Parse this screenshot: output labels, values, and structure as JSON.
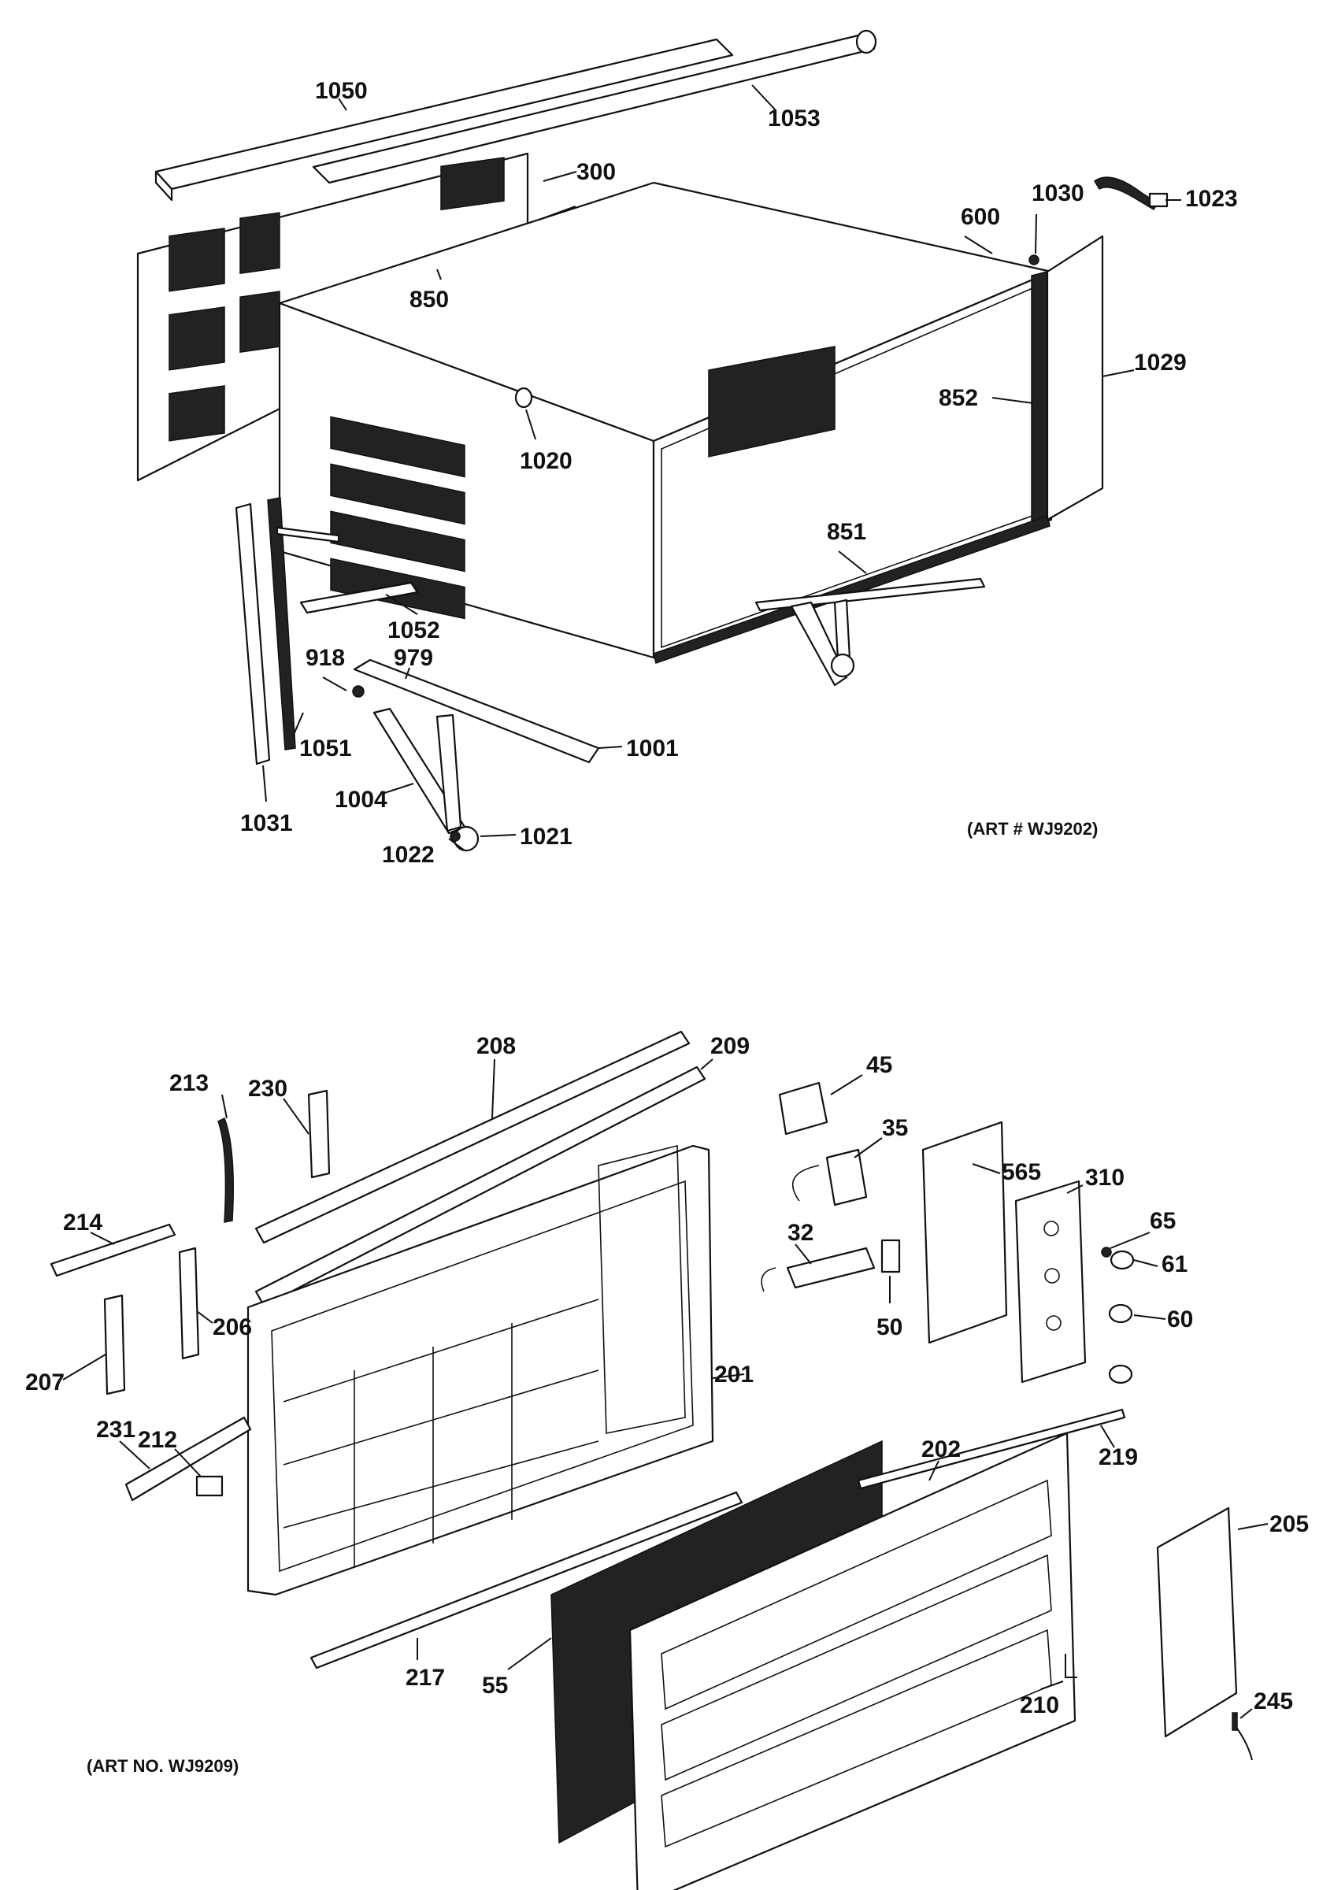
{
  "top_assembly": {
    "art_number": "(ART # WJ9202)",
    "labels": [
      "1050",
      "1053",
      "300",
      "1023",
      "1030",
      "600",
      "850",
      "1029",
      "852",
      "1020",
      "851",
      "1052",
      "918",
      "979",
      "1051",
      "1001",
      "1031",
      "1004",
      "1022",
      "1021"
    ]
  },
  "bottom_assembly": {
    "art_number": "(ART NO. WJ9209)",
    "labels": [
      "208",
      "209",
      "45",
      "213",
      "230",
      "35",
      "565",
      "310",
      "214",
      "32",
      "65",
      "61",
      "206",
      "50",
      "60",
      "207",
      "201",
      "231",
      "202",
      "219",
      "212",
      "205",
      "217",
      "55",
      "210",
      "245"
    ]
  }
}
